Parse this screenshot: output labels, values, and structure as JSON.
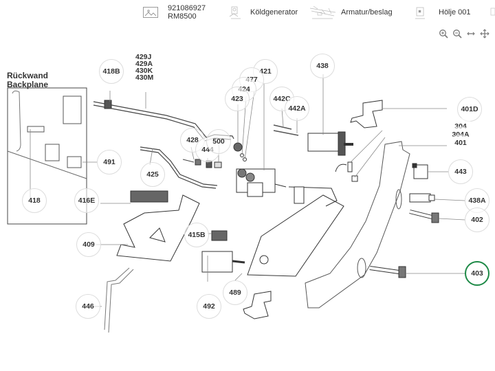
{
  "header": {
    "crumbs": [
      {
        "line1": "921086927",
        "line2": "RM8500",
        "icon": "image-placeholder-icon"
      },
      {
        "label": "Köldgenerator",
        "icon": "cooling-unit-thumbnail"
      },
      {
        "label": "Armatur/beslag",
        "icon": "fittings-thumbnail"
      },
      {
        "label": "Hölje 001",
        "icon": "housing-thumbnail"
      }
    ],
    "tools": [
      {
        "name": "zoom-in-icon",
        "glyph": "⊕"
      },
      {
        "name": "zoom-out-icon",
        "glyph": "⊖"
      },
      {
        "name": "fit-width-icon",
        "glyph": "↔"
      },
      {
        "name": "pan-icon",
        "glyph": "✥"
      }
    ]
  },
  "diagram": {
    "backplane_title_1": "Rückwand",
    "backplane_title_2": "Backplane",
    "active_color": "#1e8a47",
    "active_part": "403",
    "parts": {
      "p418B": "418B",
      "p429": [
        "429J",
        "429A",
        "430K",
        "430M"
      ],
      "p421": "421",
      "p477": "477",
      "p424": "424",
      "p423": "423",
      "p438": "438",
      "p442C": "442C",
      "p442A": "442A",
      "p401D": "401D",
      "p304": "304",
      "p304A": "304A",
      "p401": "401",
      "p428": "428",
      "p444": "444",
      "p500": "500",
      "p491": "491",
      "p425": "425",
      "p443": "443",
      "p418": "418",
      "p416E": "416E",
      "p438A": "438A",
      "p402": "402",
      "p409": "409",
      "p415B": "415B",
      "p403": "403",
      "p446": "446",
      "p492": "492",
      "p489": "489"
    }
  }
}
